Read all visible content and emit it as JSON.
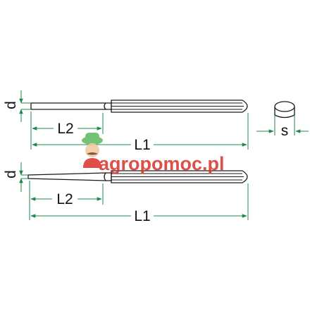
{
  "colors": {
    "outline": "#1a1a1a",
    "dimension_line": "#1f8a4c",
    "watermark_red": "#d9312b",
    "watermark_green": "#4caf50"
  },
  "top_drawing": {
    "d_label": "d",
    "L2_label": "L2",
    "L1_label": "L1",
    "s_label": "s"
  },
  "bottom_drawing": {
    "d_label": "d",
    "L2_label": "L2",
    "L1_label": "L1"
  },
  "watermark": {
    "text": "agropomoc.pl",
    "icon": "farmer-mascot-icon"
  }
}
